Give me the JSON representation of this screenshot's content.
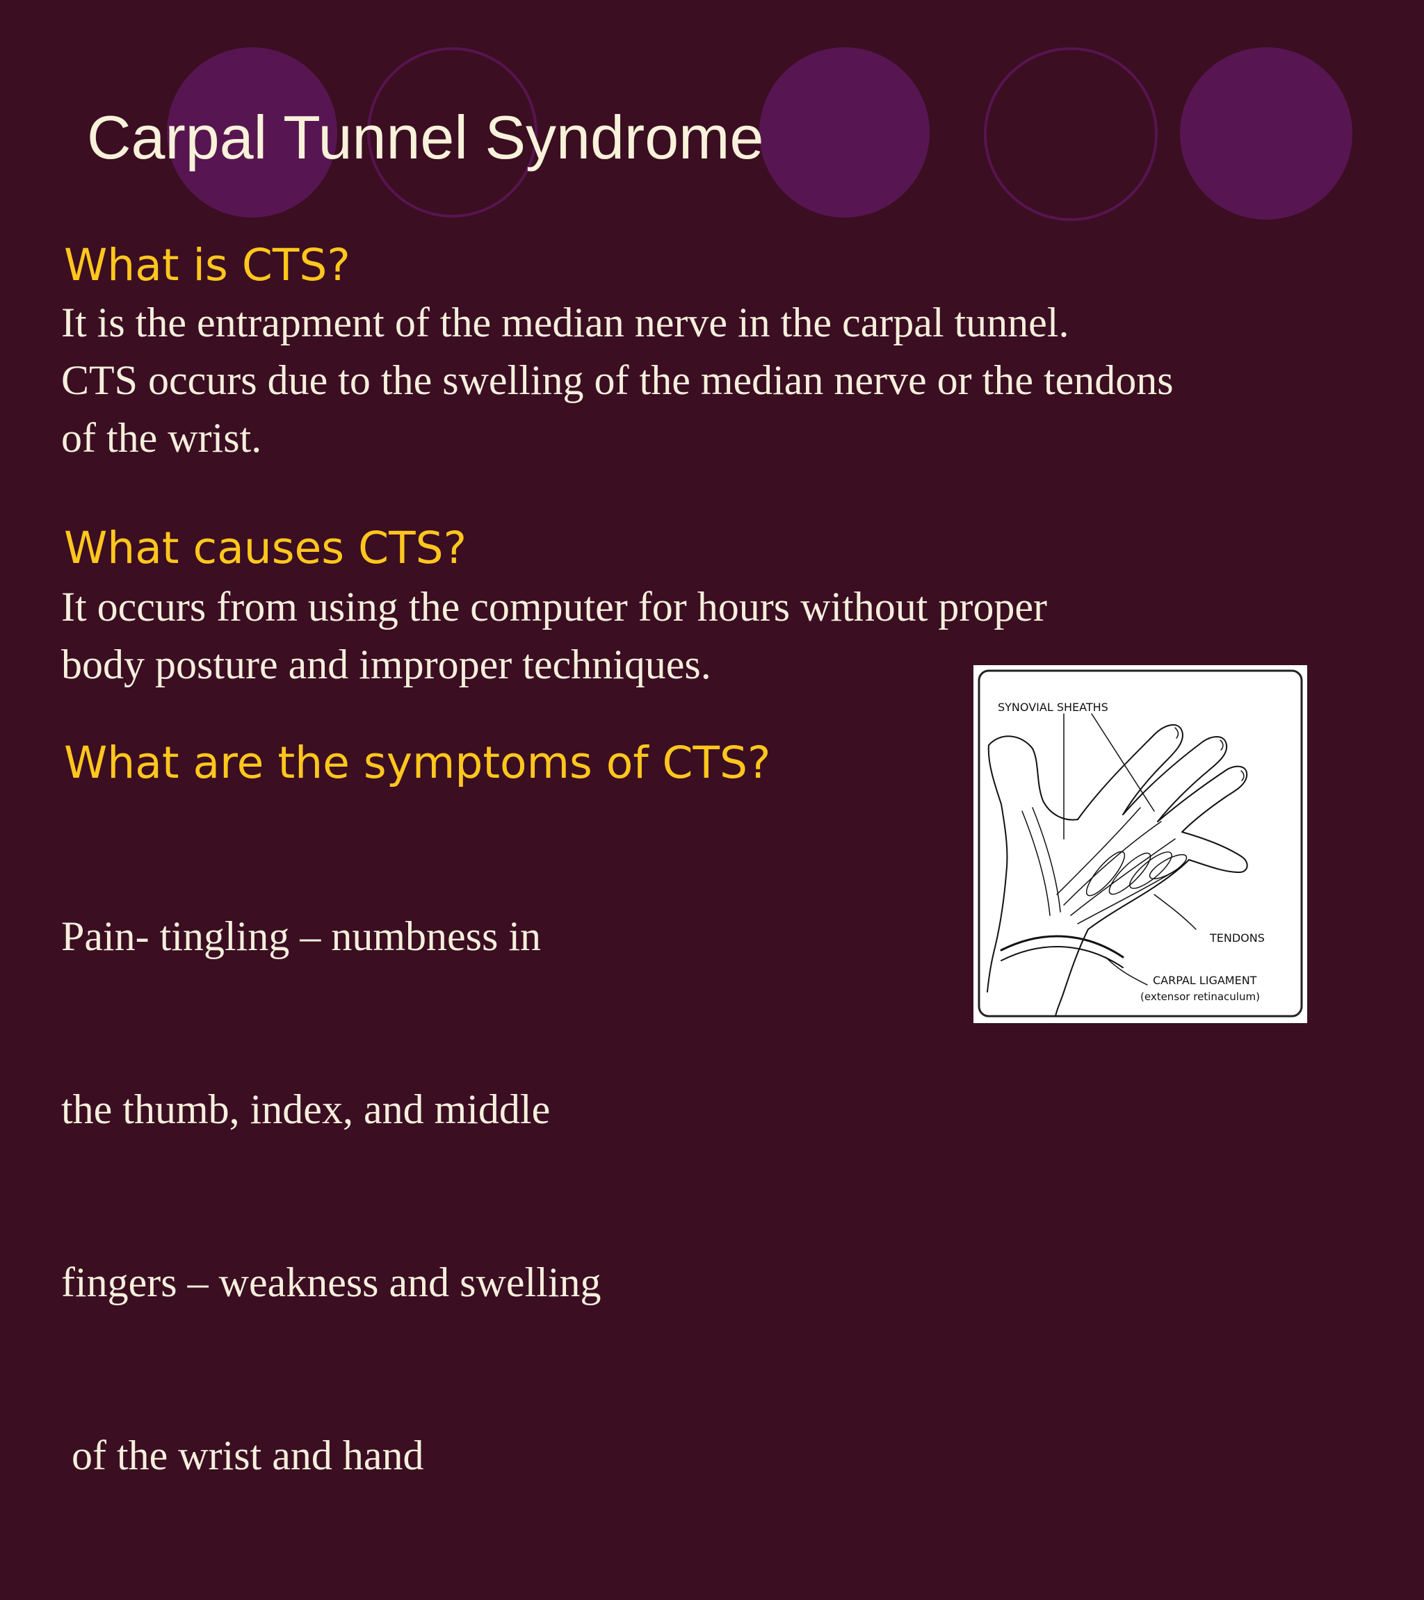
{
  "slide": {
    "title": "Carpal Tunnel Syndrome",
    "sections": [
      {
        "heading": "What is CTS?",
        "lines": [
          "It is the entrapment of the median nerve in the carpal tunnel.",
          "CTS occurs due to the swelling of the median nerve or the tendons",
          "of the wrist."
        ]
      },
      {
        "heading": "What causes CTS?",
        "lines": [
          "It occurs from using the computer for hours without proper",
          "body posture and improper techniques."
        ]
      },
      {
        "heading": "What are the symptoms of CTS?",
        "lines": [
          "Pain- tingling – numbness in",
          "the thumb, index, and middle",
          "fingers – weakness and swelling",
          " of the wrist and hand"
        ]
      }
    ],
    "figure": {
      "labels": {
        "synovial": "SYNOVIAL SHEATHS",
        "tendons": "TENDONS",
        "carpal": "CARPAL LIGAMENT",
        "carpal_sub": "(extensor retinaculum)"
      }
    },
    "colors": {
      "background": "#3b0e22",
      "circle": "#571651",
      "title": "#f8f2da",
      "heading": "#ffc71d",
      "body": "#f5efdc"
    }
  }
}
